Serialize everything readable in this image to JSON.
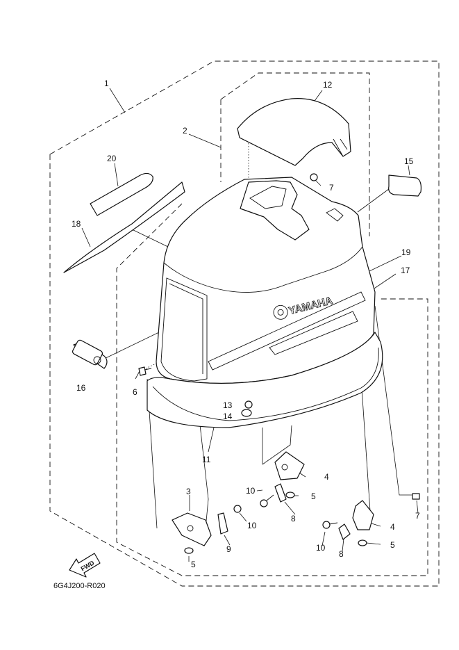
{
  "callouts": [
    {
      "id": "c1",
      "text": "1"
    },
    {
      "id": "c2",
      "text": "2"
    },
    {
      "id": "c3",
      "text": "3"
    },
    {
      "id": "c4a",
      "text": "4"
    },
    {
      "id": "c4b",
      "text": "4"
    },
    {
      "id": "c5a",
      "text": "5"
    },
    {
      "id": "c5b",
      "text": "5"
    },
    {
      "id": "c5c",
      "text": "5"
    },
    {
      "id": "c6",
      "text": "6"
    },
    {
      "id": "c7a",
      "text": "7"
    },
    {
      "id": "c7b",
      "text": "7"
    },
    {
      "id": "c8a",
      "text": "8"
    },
    {
      "id": "c8b",
      "text": "8"
    },
    {
      "id": "c9",
      "text": "9"
    },
    {
      "id": "c10a",
      "text": "10"
    },
    {
      "id": "c10b",
      "text": "10"
    },
    {
      "id": "c10c",
      "text": "10"
    },
    {
      "id": "c11",
      "text": "11"
    },
    {
      "id": "c12",
      "text": "12"
    },
    {
      "id": "c13",
      "text": "13"
    },
    {
      "id": "c14",
      "text": "14"
    },
    {
      "id": "c15",
      "text": "15"
    },
    {
      "id": "c16",
      "text": "16"
    },
    {
      "id": "c17",
      "text": "17"
    },
    {
      "id": "c18",
      "text": "18"
    },
    {
      "id": "c19",
      "text": "19"
    },
    {
      "id": "c20",
      "text": "20"
    }
  ],
  "brand_text": "YAMAHA",
  "fwd_text": "FWD",
  "diagram_code": "6G4J200-R020"
}
